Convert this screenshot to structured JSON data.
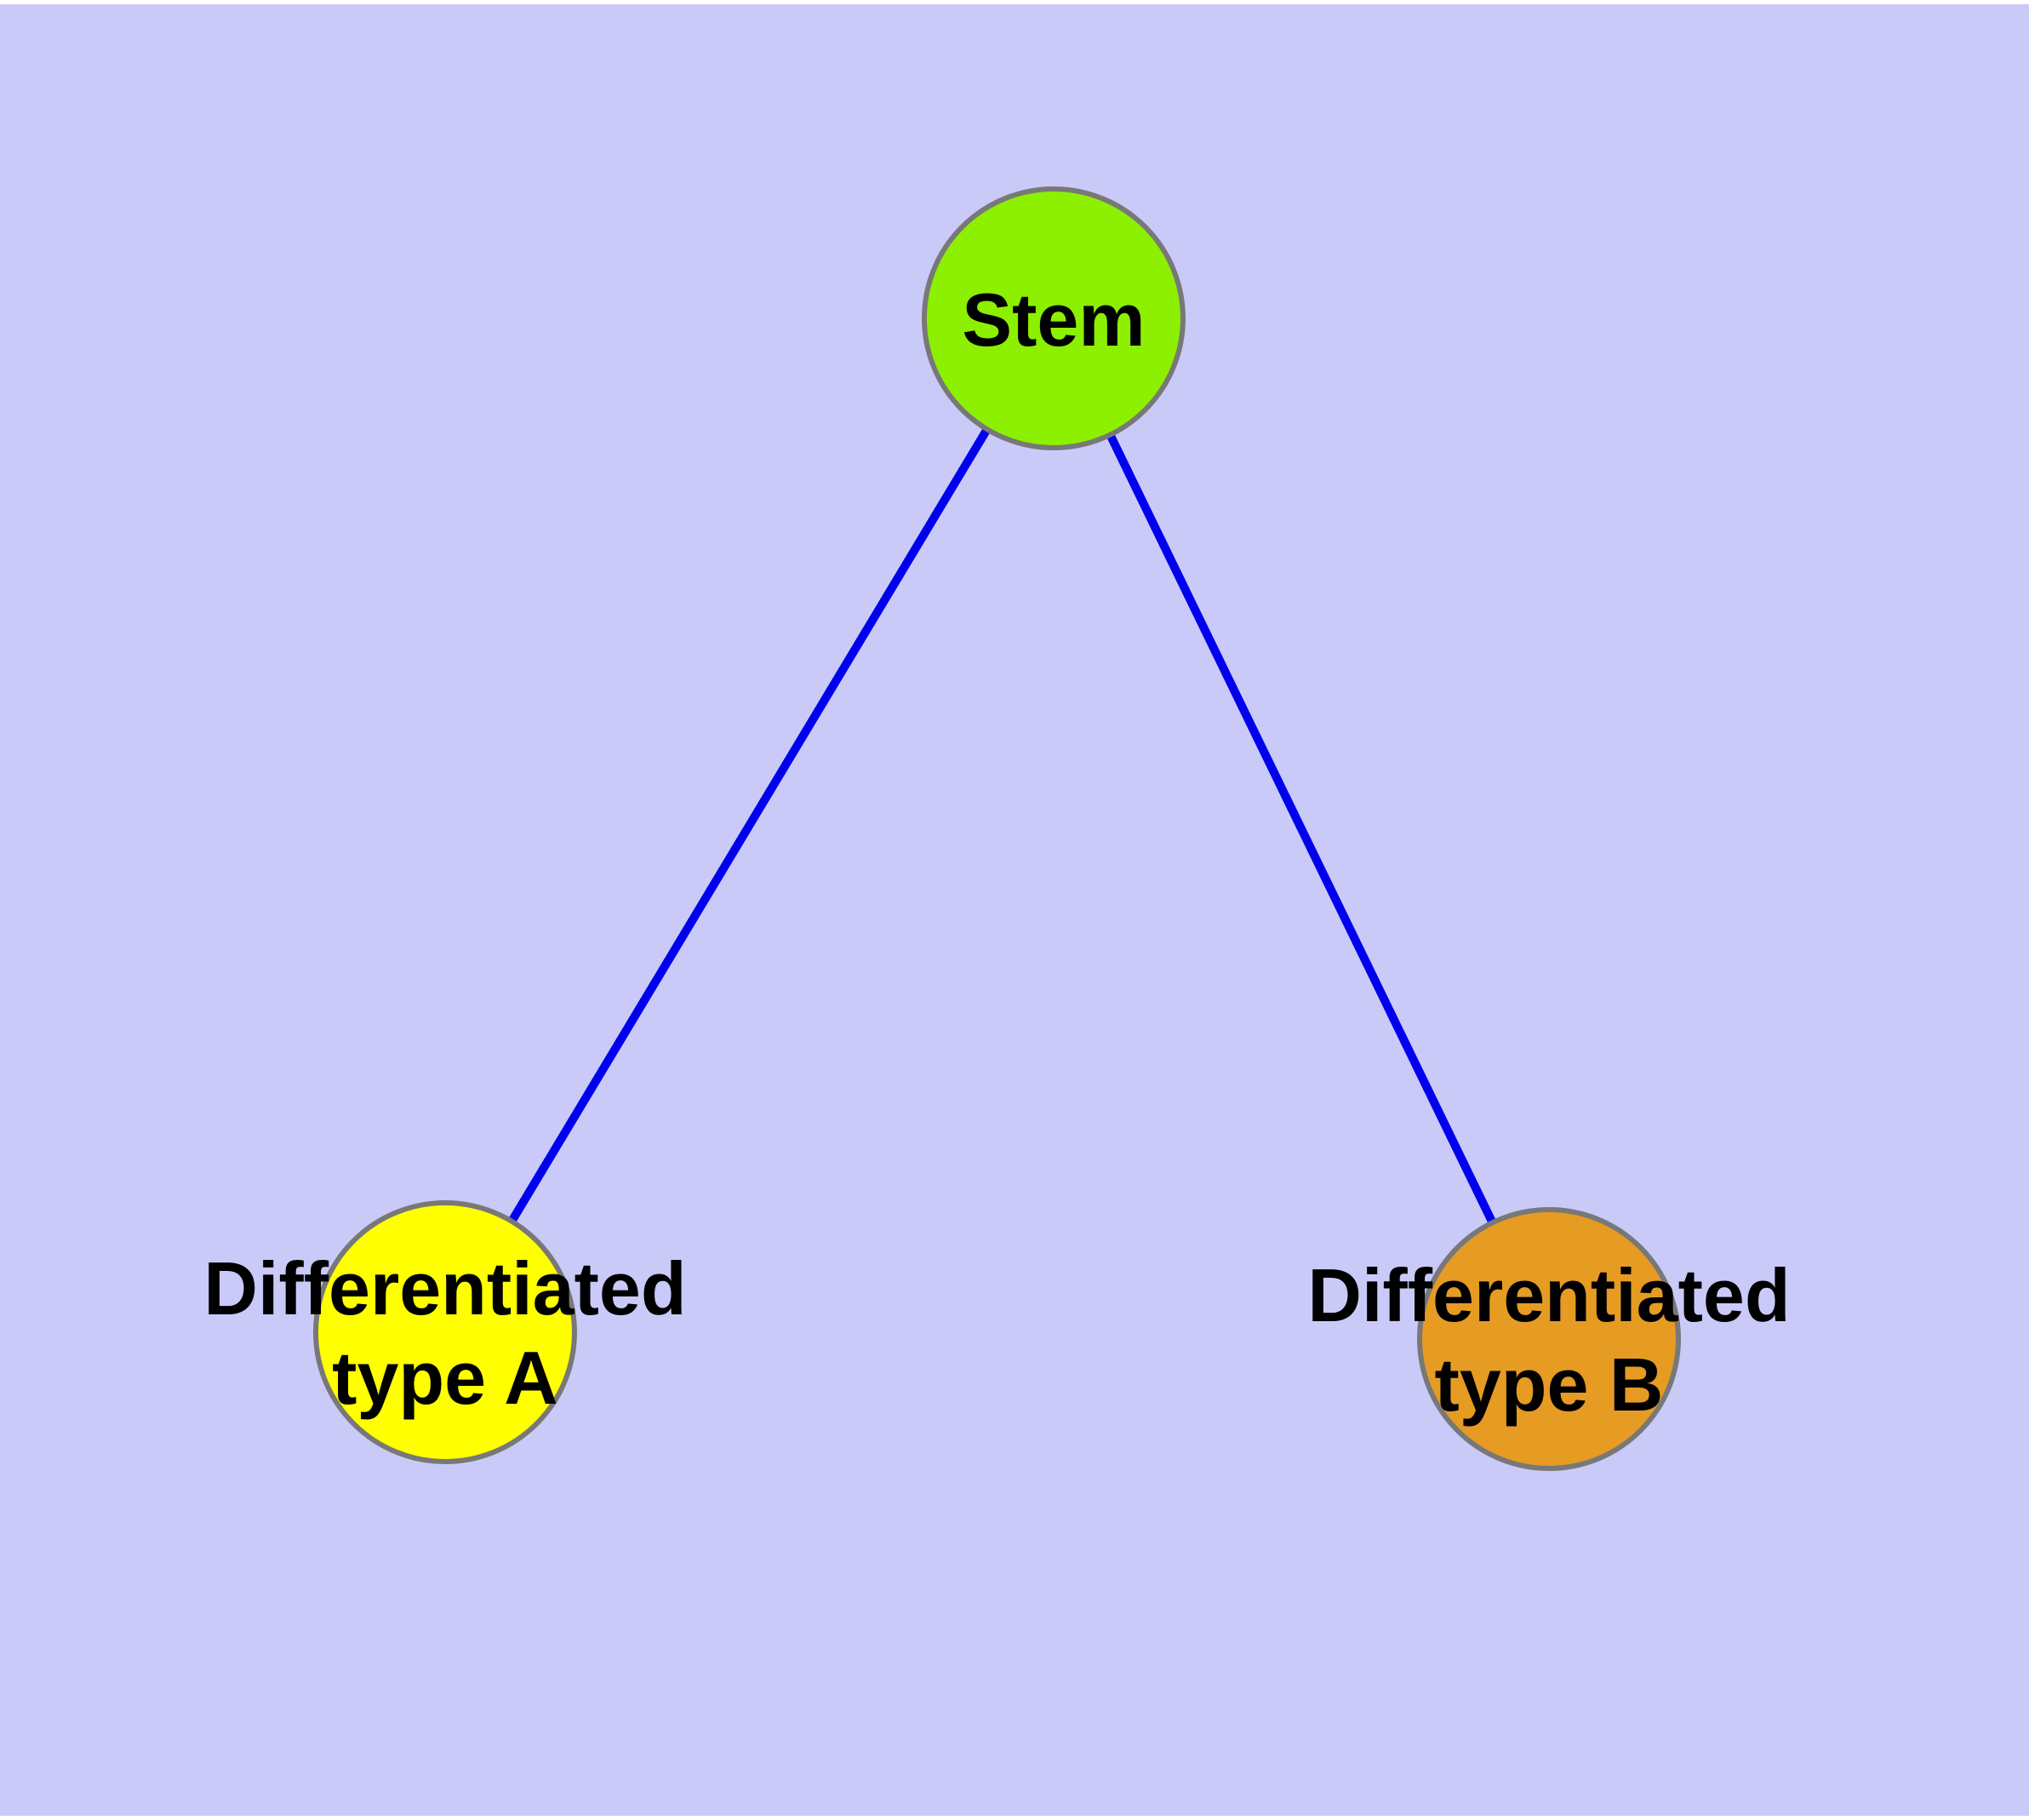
{
  "canvas": {
    "background": "#CACAF8",
    "edge_strip": "#FFFFFF",
    "node_border_color": "#787878",
    "text_color": "#000000",
    "edge_color": "#0000EE"
  },
  "nodes": {
    "stem": {
      "label": "Stem",
      "fill": "#8CF000"
    },
    "type_a": {
      "label_line1": "Differentiated",
      "label_line2": "type A",
      "fill": "#FFFF00"
    },
    "type_b": {
      "label_line1": "Differentiated",
      "label_line2": "type B",
      "fill": "#E69B23"
    }
  },
  "edges": [
    {
      "from": "Stem",
      "to": "Differentiated type A"
    },
    {
      "from": "Stem",
      "to": "Differentiated type B"
    }
  ]
}
